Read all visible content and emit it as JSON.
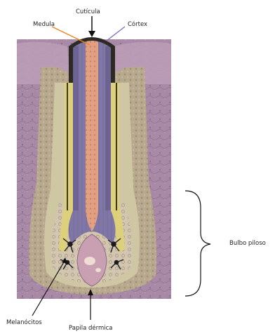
{
  "labels": {
    "cuticle": "Cutícula",
    "medulla": "Medula",
    "cortex": "Córtex",
    "bulb": "Bulbo piloso",
    "melanocytes": "Melanócitos",
    "dermal_papilla": "Papila dérmica"
  },
  "colors": {
    "skin_surface": "#bd9db8",
    "dermis": "#a98aa6",
    "dermis_dark": "#8c6d8c",
    "outer_sheath": "#b7a88e",
    "connective_sheath": "#cfc6a4",
    "yellow_layer": "#ddd07a",
    "cortex": "#8077a6",
    "cortex_dark": "#5f5683",
    "medulla": "#e2a083",
    "cuticle": "#2c2a22",
    "papilla": "#c9a0b2",
    "melanocyte": "#1d1b22",
    "annotation_orange": "#f0831e",
    "annotation_purple": "#7b73b8"
  }
}
